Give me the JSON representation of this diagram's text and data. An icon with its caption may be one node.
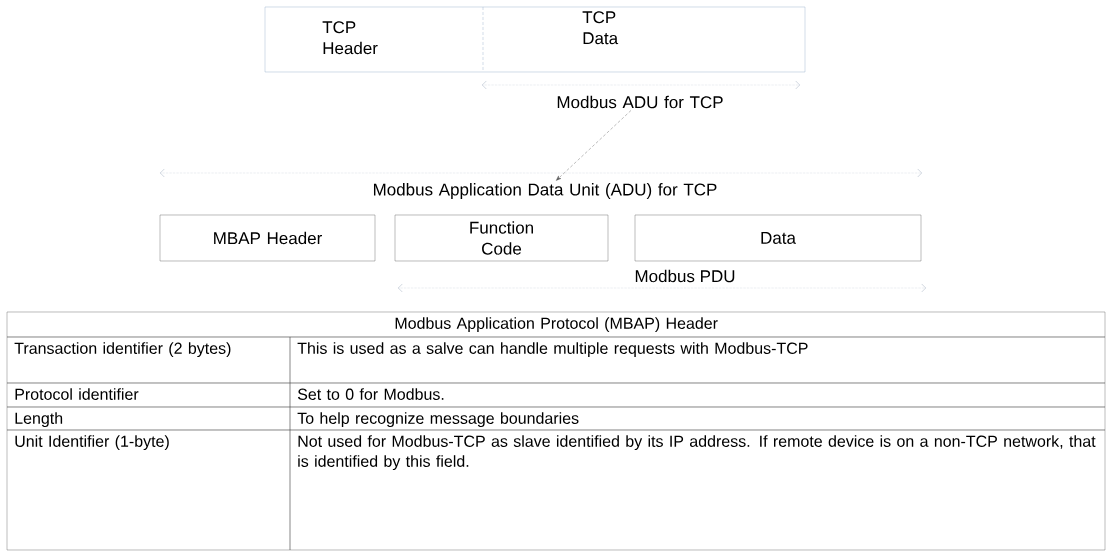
{
  "diagram": {
    "nodes": [
      {
        "text": [
          "TCP Header"
        ]
      },
      {
        "text": [
          "TCP Data"
        ]
      },
      {
        "text": [
          "Modbus ADU for TCP"
        ]
      },
      {
        "text": [
          "Modbus Application Data Unit (ADU) for TCP"
        ]
      },
      {
        "text": [
          "MBAP Header"
        ]
      },
      {
        "text": [
          "Function Code"
        ]
      },
      {
        "text": [
          "Data"
        ]
      }
    ],
    "edges": [
      {
        "from": 2,
        "to": 3,
        "arrow": "to",
        "style": "dashed"
      }
    ],
    "labels": [
      "Modbus PDU",
      "Modbus Application Protocol (MBAP) Header",
      "Transaction identifier (2 bytes)",
      "This is used as a salve can handle multiple requests with Modbus-TCP",
      "Protocol identifier",
      "Set to 0 for Modbus.",
      "Length",
      "To help recognize message boundaries",
      "Unit Identifier (1-byte)",
      "Not used for Modbus-TCP as slave identified by its IP address. If remote device is on a non-TCP network, that is identified by this field."
    ]
  }
}
